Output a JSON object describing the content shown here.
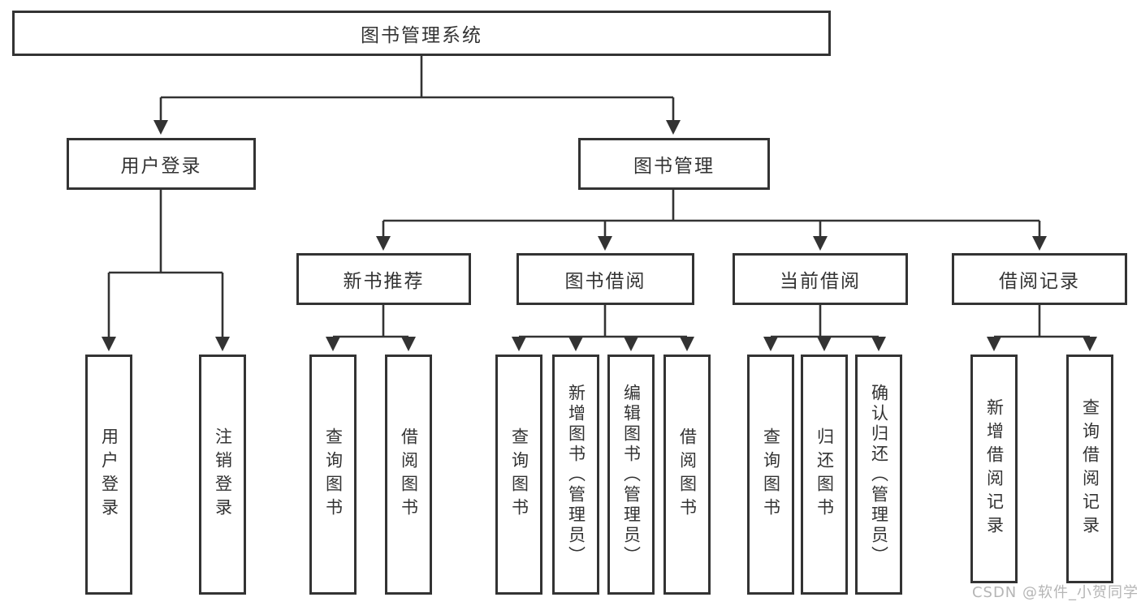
{
  "diagram": {
    "root": {
      "label": "图书管理系统"
    },
    "branches": [
      {
        "label": "用户登录",
        "children": [
          {
            "label": "用户登录"
          },
          {
            "label": "注销登录"
          }
        ]
      },
      {
        "label": "图书管理",
        "children": [
          {
            "label": "新书推荐",
            "children": [
              {
                "label": "查询图书"
              },
              {
                "label": "借阅图书"
              }
            ]
          },
          {
            "label": "图书借阅",
            "children": [
              {
                "label": "查询图书"
              },
              {
                "label": "新增图书（管理员）"
              },
              {
                "label": "编辑图书（管理员）"
              },
              {
                "label": "借阅图书"
              }
            ]
          },
          {
            "label": "当前借阅",
            "children": [
              {
                "label": "查询图书"
              },
              {
                "label": "归还图书"
              },
              {
                "label": "确认归还（管理员）"
              }
            ]
          },
          {
            "label": "借阅记录",
            "children": [
              {
                "label": "新增借阅记录"
              },
              {
                "label": "查询借阅记录"
              }
            ]
          }
        ]
      }
    ],
    "colors": {
      "line": "#333333",
      "box_border": "#333333",
      "box_background": "#ffffff",
      "text": "#333333",
      "watermark": "#b5b5b5"
    },
    "watermark": {
      "text": "CSDN @软件_小贺同学"
    }
  }
}
